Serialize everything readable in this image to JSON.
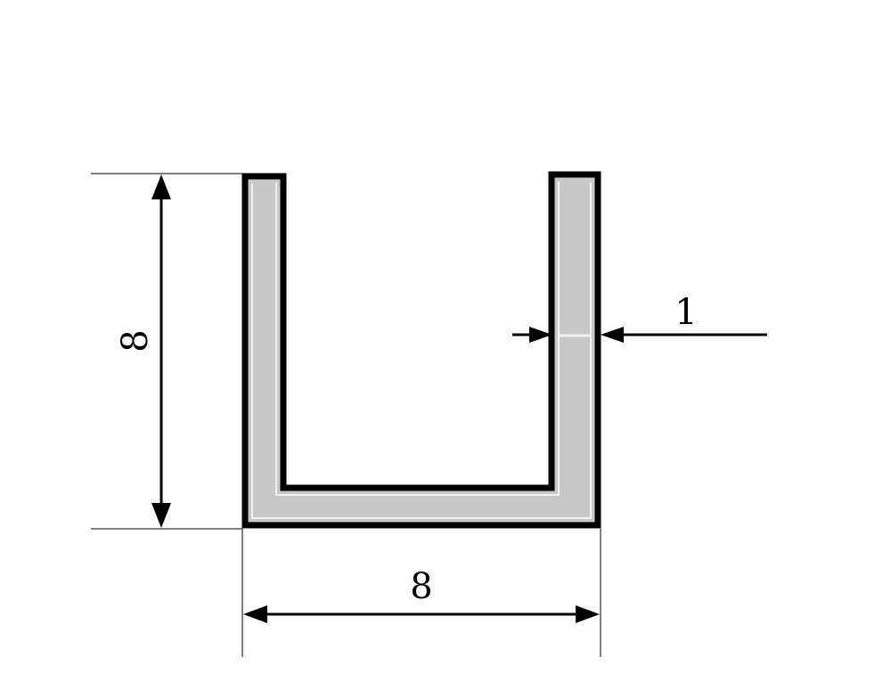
{
  "profile": {
    "shape": "U-channel",
    "height_value": "8",
    "width_value": "8",
    "thickness_value": "1"
  },
  "colors": {
    "fill": "#c8c8c8",
    "outline": "#000000",
    "highlight": "#f2f2f2",
    "background": "#ffffff"
  }
}
